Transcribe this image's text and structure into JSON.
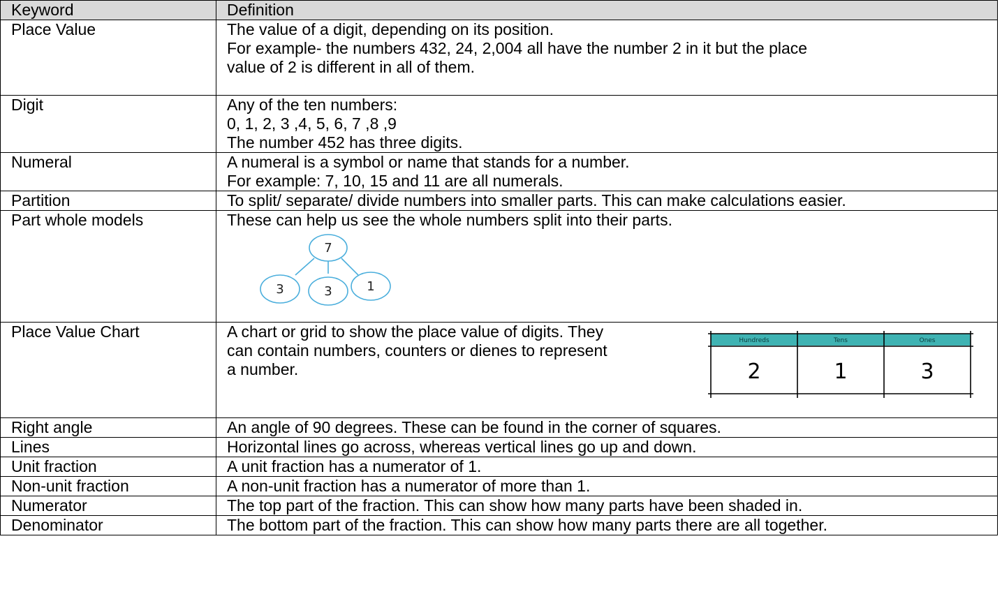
{
  "header": {
    "keyword": "Keyword",
    "definition": "Definition"
  },
  "rows": [
    {
      "keyword": "Place Value",
      "lines": [
        "The value of a digit, depending on its position.",
        "For example- the numbers 432, 24, 2,004 all have the number 2 in it but the place",
        "value of 2 is different in all of them."
      ]
    },
    {
      "keyword": "Digit",
      "lines": [
        "Any of the ten numbers:",
        "0, 1, 2, 3 ,4, 5, 6, 7 ,8 ,9",
        "The number 452 has three digits."
      ]
    },
    {
      "keyword": "Numeral",
      "lines": [
        "A numeral is a symbol or name that stands for a number.",
        "For example: 7, 10, 15 and 11 are all numerals."
      ]
    },
    {
      "keyword": "Partition",
      "lines": [
        "To split/ separate/ divide numbers into smaller parts. This can make calculations easier."
      ]
    },
    {
      "keyword": "Part whole models",
      "lines": [
        "These can help us see the whole numbers split into their parts."
      ]
    },
    {
      "keyword": "Place Value Chart",
      "lines": [
        "A chart or grid to show the place value of digits. They",
        "can contain numbers, counters or dienes to represent",
        "a number."
      ]
    },
    {
      "keyword": "Right angle",
      "lines": [
        "An angle of 90 degrees. These can be found in the corner of squares."
      ]
    },
    {
      "keyword": "Lines",
      "lines": [
        "Horizontal lines go across, whereas vertical lines go up and down."
      ]
    },
    {
      "keyword": "Unit fraction",
      "lines": [
        "A unit fraction has a numerator of 1."
      ]
    },
    {
      "keyword": "Non-unit fraction",
      "lines": [
        "A non-unit fraction has a numerator of more than 1."
      ]
    },
    {
      "keyword": "Numerator",
      "lines": [
        "The top part of the fraction. This can show how many parts have been shaded in."
      ]
    },
    {
      "keyword": "Denominator",
      "lines": [
        "The bottom part of the fraction. This can show how many parts there are all together."
      ]
    }
  ],
  "part_whole_model": {
    "whole": "7",
    "parts": [
      "3",
      "3",
      "1"
    ],
    "color": "#4aaedc"
  },
  "place_value_chart": {
    "headers": [
      "Hundreds",
      "Tens",
      "Ones"
    ],
    "values": [
      "2",
      "1",
      "3"
    ],
    "header_bg": "#3fb3b3"
  }
}
